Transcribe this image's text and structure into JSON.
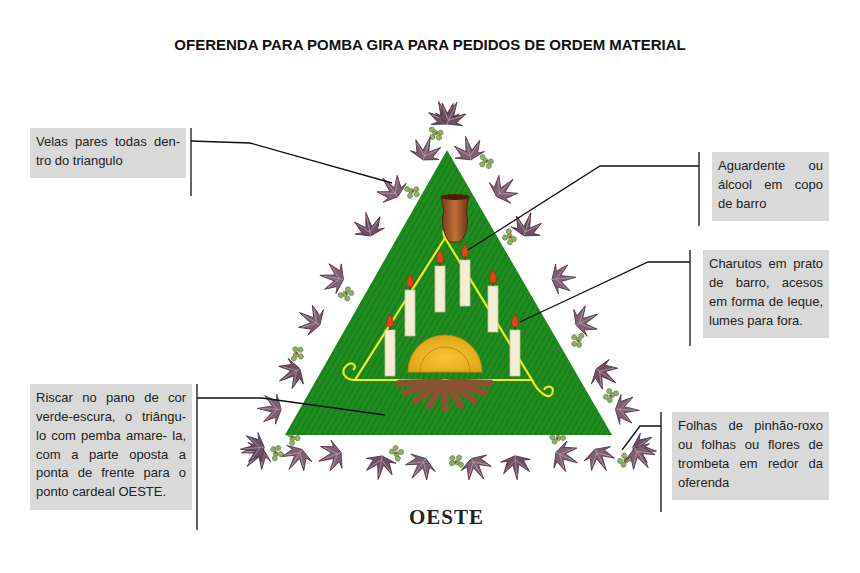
{
  "diagram": {
    "title": "OFERENDA PARA POMBA GIRA PARA PEDIDOS DE ORDEM MATERIAL",
    "nodes": [
      {
        "text": [
          "Velas pares todas den- tro do triangulo"
        ]
      },
      {
        "text": [
          "Aguardente ou álcool em copo de barro"
        ]
      },
      {
        "text": [
          "Charutos em prato de barro, acesos em forma de leque, lumes para fora."
        ]
      },
      {
        "text": [
          "Riscar no pano de cor verde-escura, o triângu- lo com pemba amare- la, com a parte oposta a ponta de frente para o ponto cardeal OESTE."
        ]
      },
      {
        "text": [
          "Folhas de pinhão-roxo ou folhas ou flores de trombeta em redor da oferenda"
        ]
      }
    ],
    "labels": [
      "OESTE"
    ]
  }
}
